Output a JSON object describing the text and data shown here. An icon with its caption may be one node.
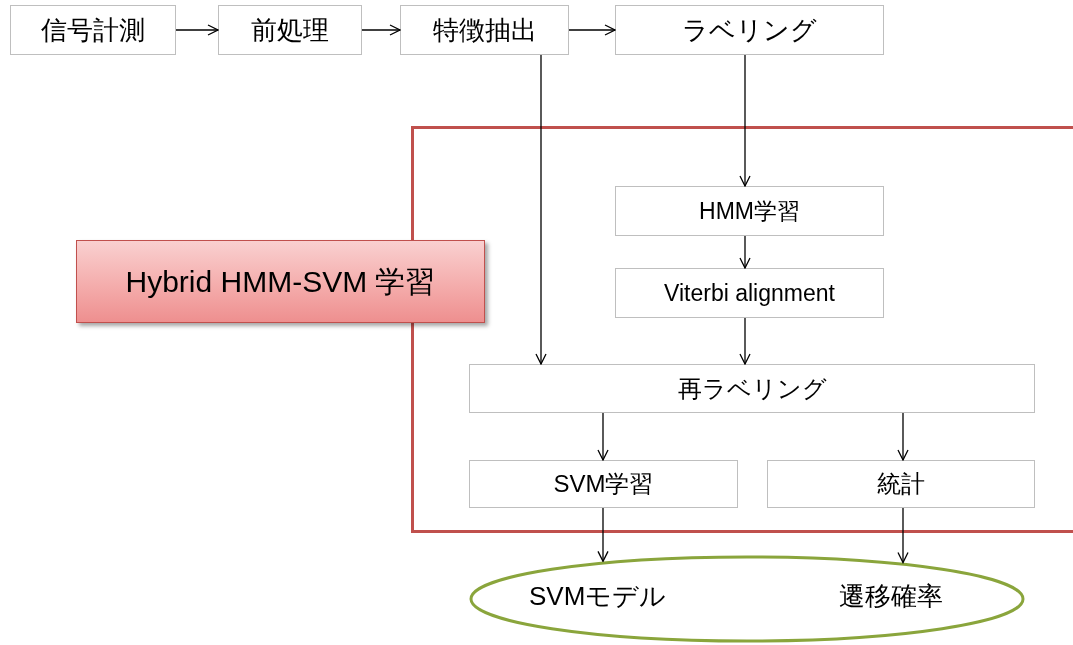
{
  "diagram": {
    "nodes": [
      {
        "text": [
          "信号計測"
        ]
      },
      {
        "text": [
          "前処理"
        ]
      },
      {
        "text": [
          "特徴抽出"
        ]
      },
      {
        "text": [
          "ラベリング"
        ]
      },
      {
        "text": [],
        "shape": "box"
      },
      {
        "text": [
          "Hybrid HMM-SVM 学習"
        ]
      },
      {
        "text": [
          "HMM学習"
        ],
        "in": 4
      },
      {
        "text": [
          "Viterbi alignment"
        ],
        "in": 4
      },
      {
        "text": [
          "再ラベリング"
        ],
        "in": 4
      },
      {
        "text": [
          "SVM学習"
        ],
        "in": 4
      },
      {
        "text": [
          "統計"
        ],
        "in": 4
      },
      {
        "text": [
          "SVMモデル",
          "遷移確率"
        ]
      }
    ],
    "edges": [
      {
        "from": 0,
        "to": 1,
        "arrow": "to"
      },
      {
        "from": 1,
        "to": 2,
        "arrow": "to"
      },
      {
        "from": 2,
        "to": 3,
        "arrow": "to"
      },
      {
        "from": 3,
        "to": 6,
        "arrow": "to"
      },
      {
        "from": 6,
        "to": 7,
        "arrow": "to"
      },
      {
        "from": 7,
        "to": 8,
        "arrow": "to"
      },
      {
        "from": 2,
        "to": 8,
        "arrow": "to"
      },
      {
        "from": 8,
        "to": 9,
        "arrow": "to"
      },
      {
        "from": 8,
        "to": 10,
        "arrow": "to"
      },
      {
        "from": 9,
        "to": 11,
        "arrow": "to"
      },
      {
        "from": 10,
        "to": 11,
        "arrow": "to"
      }
    ]
  }
}
